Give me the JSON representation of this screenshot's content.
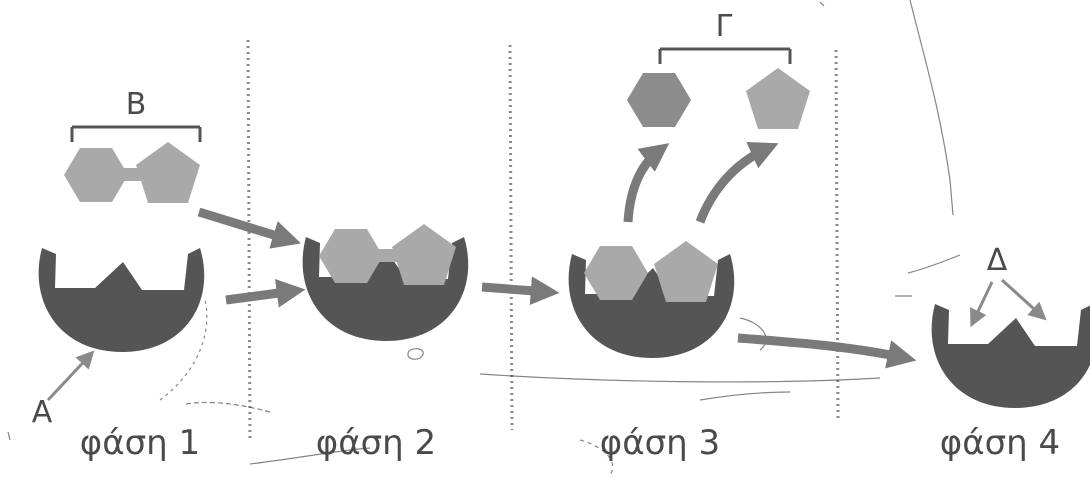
{
  "labels": {
    "enzyme": "A",
    "substrate": "B",
    "products": "Γ",
    "active_site": "Δ"
  },
  "phases": [
    "φάση 1",
    "φάση 2",
    "φάση 3",
    "φάση 4"
  ],
  "colors": {
    "enzyme": "#555555",
    "molecule": "#a9a9a9",
    "molecule_dark": "#8c8c8c",
    "arrow": "#7a7a7a",
    "divider": "#8a8a8a",
    "text": "#4a4a4a"
  }
}
